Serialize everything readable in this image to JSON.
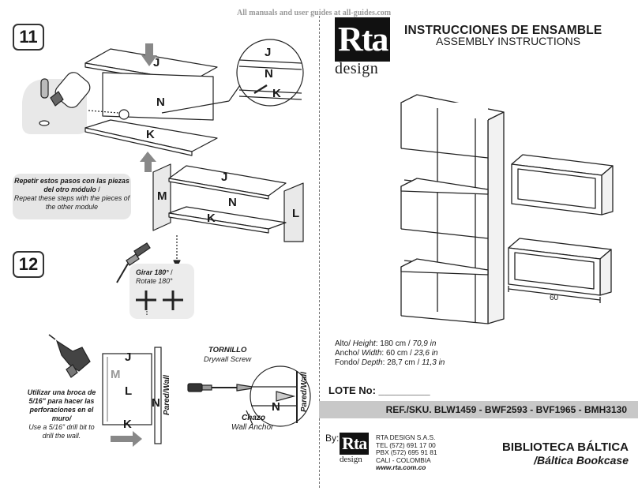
{
  "watermark": "All manuals and user guides at all-guides.com",
  "steps": {
    "step11": "11",
    "step12": "12"
  },
  "panels": {
    "J": "J",
    "K": "K",
    "L": "L",
    "M": "M",
    "N": "N"
  },
  "notes": {
    "repeat_es": "Repetir estos pasos con las piezas del otro módulo",
    "repeat_sep": " / ",
    "repeat_en": "Repeat these steps with the pieces of the other module",
    "rotate_es": "Girar 180°",
    "rotate_sep": " / ",
    "rotate_en": "Rotate 180°",
    "drill_es": "Utilizar una broca de 5/16\" para hacer las perforaciones en el muro/",
    "drill_en": "Use a 5/16\" drill bit to drill the wall.",
    "wall": "Pared/Wall",
    "screw_es": "TORNILLO",
    "screw_en": "Drywall Screw",
    "anchor_es": "Chazo",
    "anchor_en": "Wall Anchor"
  },
  "header": {
    "brand_top": "Rta",
    "brand_bottom": "design",
    "title_es": "INSTRUCCIONES DE ENSAMBLE",
    "title_en": "ASSEMBLY INSTRUCTIONS"
  },
  "dimension_label": "60",
  "specs": {
    "height_es": "Alto/ ",
    "height_en": "Height",
    "height_val": ": 180 cm / ",
    "height_in": "70,9 in",
    "width_es": "Ancho/ ",
    "width_en": "Width",
    "width_val": ": 60 cm / ",
    "width_in": "23,6 in",
    "depth_es": "Fondo/ ",
    "depth_en": "Depth",
    "depth_val": ": 28,7 cm / ",
    "depth_in": "11,3 in"
  },
  "lote": "LOTE No: _________",
  "ref": "REF./SKU. BLW1459 - BWF2593 - BVF1965 - BMH3130",
  "company": {
    "by": "By:",
    "name": "RTA DESIGN S.A.S.",
    "tel": "TEL (572) 691 17 00",
    "pbx": "PBX (572) 695 91 81",
    "city": "CALI - COLOMBIA",
    "web": "www.rta.com.co"
  },
  "product": {
    "name_es": "BIBLIOTECA BÁLTICA",
    "name_en": "/Báltica Bookcase"
  }
}
